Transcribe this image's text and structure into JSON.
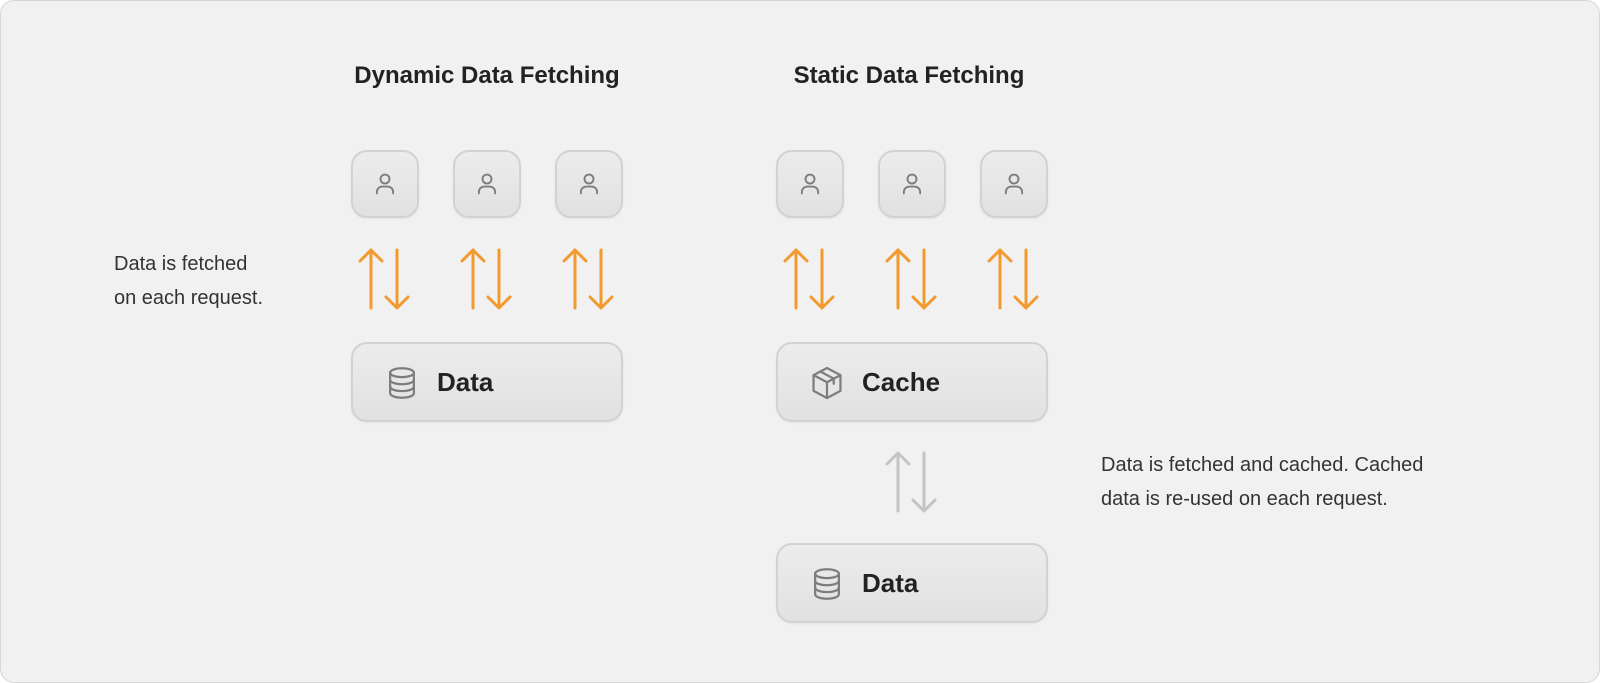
{
  "dynamic": {
    "title": "Dynamic Data Fetching",
    "caption": [
      "Data is fetched",
      "on each request."
    ],
    "data_label": "Data"
  },
  "static": {
    "title": "Static Data Fetching",
    "caption": [
      "Data is fetched and cached. Cached",
      "data is re-used on each request."
    ],
    "cache_label": "Cache",
    "data_label": "Data"
  },
  "colors": {
    "arrow_active": "#f29a2e",
    "arrow_muted": "#c4c4c4",
    "icon": "#7d7d7d"
  },
  "icons": {
    "user": "user-icon",
    "database": "database-icon",
    "cache": "box-icon"
  }
}
